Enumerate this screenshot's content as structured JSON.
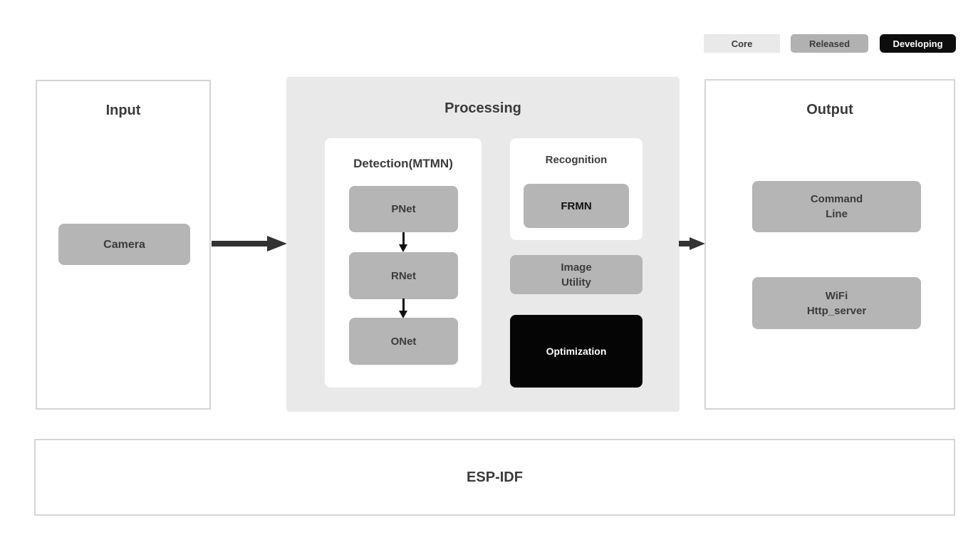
{
  "legend": {
    "items": [
      {
        "label": "Core",
        "status": "core",
        "bg": "#e9e9e9",
        "fg": "#3b3b3b"
      },
      {
        "label": "Released",
        "status": "released",
        "bg": "#b1b1b1",
        "fg": "#3b3b3b"
      },
      {
        "label": "Developing",
        "status": "developing",
        "bg": "#0d0d0d",
        "fg": "#ffffff"
      }
    ]
  },
  "panels": {
    "input": {
      "title": "Input",
      "blocks": [
        {
          "label": "Camera",
          "status": "released"
        }
      ]
    },
    "processing": {
      "title": "Processing",
      "status": "core",
      "detection": {
        "title": "Detection(MTMN)",
        "status": "core",
        "nodes": [
          {
            "label": "PNet",
            "status": "released"
          },
          {
            "label": "RNet",
            "status": "released"
          },
          {
            "label": "ONet",
            "status": "released"
          }
        ]
      },
      "recognition": {
        "title": "Recognition",
        "status": "core",
        "node": {
          "label": "FRMN",
          "status": "released"
        }
      },
      "image_utility": {
        "line1": "Image",
        "line2": "Utility",
        "status": "released"
      },
      "optimization": {
        "label": "Optimization",
        "status": "developing"
      }
    },
    "output": {
      "title": "Output",
      "blocks": [
        {
          "line1": "Command",
          "line2": "Line",
          "status": "released"
        },
        {
          "line1": "WiFi",
          "line2": "Http_server",
          "status": "released"
        }
      ]
    },
    "foundation": {
      "title": "ESP-IDF",
      "status": "core"
    }
  },
  "flow": {
    "arrows": [
      {
        "from": "Input",
        "to": "Processing"
      },
      {
        "from": "Processing",
        "to": "Output"
      },
      {
        "from": "PNet",
        "to": "RNet"
      },
      {
        "from": "RNet",
        "to": "ONet"
      }
    ]
  },
  "colors": {
    "background": "#ffffff",
    "core_bg": "#e9e9e9",
    "released_bg": "#b5b5b5",
    "developing_bg": "#0d0d0d",
    "panel_border": "#d5d5d5",
    "arrow": "#333333",
    "text": "#3b3b3b"
  }
}
